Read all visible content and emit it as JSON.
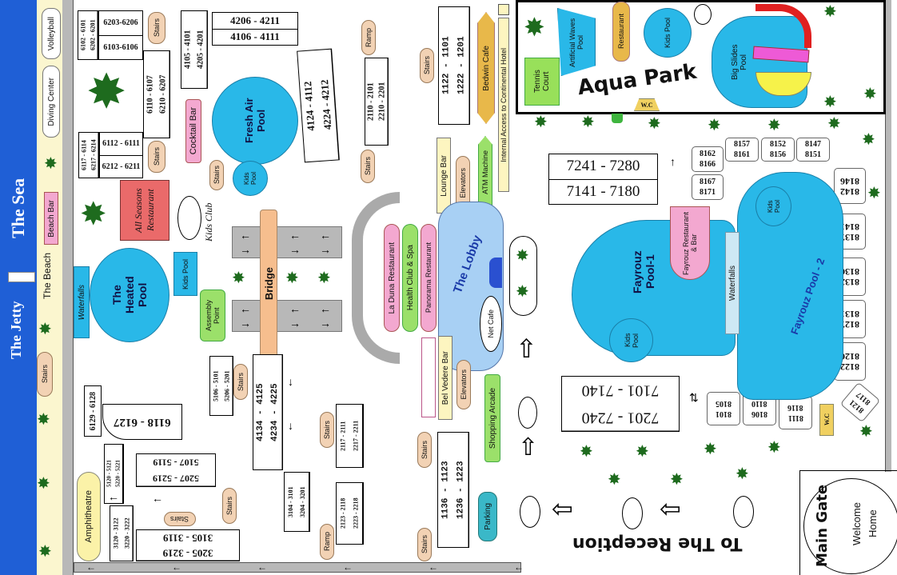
{
  "colors": {
    "sea": "#1f5fd6",
    "beach": "#fbf6cf",
    "pool": "#29b8e8",
    "stairs": "#f2d2b4",
    "road": "#b8b8b8"
  },
  "sea": {
    "label": "The Sea",
    "jetty": "The Jetty"
  },
  "beach": {
    "label": "The Beach",
    "volleyball": "Volleyball",
    "diving": "Diving Center",
    "beach_bar": "Beach Bar",
    "waterfalls": "Waterfalls"
  },
  "common": {
    "stairs": "Stairs",
    "ramp": "Ramp",
    "kids_pool": "Kids Pool",
    "elevators": "Elevators",
    "wc": "W.C"
  },
  "rooms": {
    "r6102": "6102 - 6101",
    "r6202": "6202 - 6201",
    "r6203": "6203-6206",
    "r6103": "6103-6106",
    "r6110": "6110 - 6107",
    "r6210": "6210 - 6207",
    "r6117": "6117 - 6114",
    "r6217": "6217 - 6214",
    "r6112": "6112 - 6111",
    "r6212": "6212 - 6211",
    "r4105": "4105 - 4101",
    "r4205": "4205 - 4201",
    "r4206": "4206 - 4211",
    "r4106": "4106 - 4111",
    "r4124": "4124 - 4112",
    "r4224": "4224 - 4212",
    "r2110": "2110 - 2101",
    "r2210": "2210 - 2201",
    "r1122": "1122 - 1101",
    "r1222": "1222 - 1201",
    "r7241": "7241 - 7280",
    "r7141": "7141 - 7180",
    "r6129": "6129 - 6128",
    "r6118": "6118 - 6127",
    "r5106": "5106 - 5101",
    "r5206": "5206 - 5201",
    "r4134": "4134 - 4125",
    "r4234": "4234 - 4225",
    "r3104": "3104 - 3101",
    "r3204": "3204 - 3201",
    "r5120": "5120 - 5121",
    "r5220": "5220 - 5221",
    "r5107": "5107 - 5119",
    "r5207": "5207 - 5219",
    "r3120": "3120 - 3122",
    "r3220": "3220 - 3222",
    "r3105": "3105 - 3119",
    "r3205": "3205 - 3219",
    "r2117": "2117 - 2111",
    "r2217": "2217 - 2211",
    "r2123": "2123 - 2118",
    "r2223": "2223 - 2218",
    "r1136": "1136 - 1123",
    "r1236": "1236 - 1223",
    "r7101": "7101 - 7140",
    "r7201": "7201 - 7240"
  },
  "villas": {
    "a": [
      "8162",
      "8166"
    ],
    "b": [
      "8157",
      "8161"
    ],
    "c": [
      "8152",
      "8156"
    ],
    "d": [
      "8147",
      "8151"
    ],
    "e": [
      "8167",
      "8171"
    ],
    "f": [
      "8146",
      "8142"
    ],
    "g": [
      "8141",
      "8137"
    ],
    "h": [
      "8136",
      "8132"
    ],
    "i": [
      "8131",
      "8127"
    ],
    "j": [
      "8126",
      "8122"
    ],
    "k": [
      "8121",
      "8117"
    ],
    "l": [
      "8101",
      "8105"
    ],
    "m": [
      "8106",
      "8110"
    ],
    "n": [
      "8111",
      "8116"
    ]
  },
  "places": {
    "cocktail_bar": "Cocktail Bar",
    "fresh_pool": "Fresh Air Pool",
    "all_seasons": "All Seasons Restaurant",
    "kids_club": "Kids Club",
    "heated_pool": "The Heated Pool",
    "assembly": "Assembly Point",
    "bridge": "Bridge",
    "la_duna": "La Duna Restaurant",
    "health": "Health Club & Spa",
    "panorama": "Panorama Restaurant",
    "lobby": "The Lobby",
    "net_cafe": "Net Cafe",
    "lounge_bar": "Lounge Bar",
    "atm": "ATM Machine",
    "internal": "Internal Access to Continental Hotel",
    "bedwin": "Bedwin Cafe",
    "belvedere": "Bel Vedere Bar",
    "shopping": "Shopping Arcade",
    "parking": "Parking",
    "amphitheatre": "Amphitheatre",
    "fayrouz1": "Fayrouz Pool-1",
    "fayrouz2": "Fayrouz Pool - 2",
    "fayrouz_rest": "Fayrouz Restaurant & Bar",
    "waterfalls": "Waterfalls",
    "reception": "To The Reception",
    "main_gate": "Main Gate",
    "welcome": "Welcome",
    "home": "Home"
  },
  "aqua": {
    "title": "Aqua Park",
    "tennis": "Tennis Court",
    "waves": "Artificial Waves Pool",
    "restaurant": "Restaurant",
    "kids_pool": "Kids Pool",
    "slides": "Big Slides Pool",
    "wc": "W.C"
  }
}
